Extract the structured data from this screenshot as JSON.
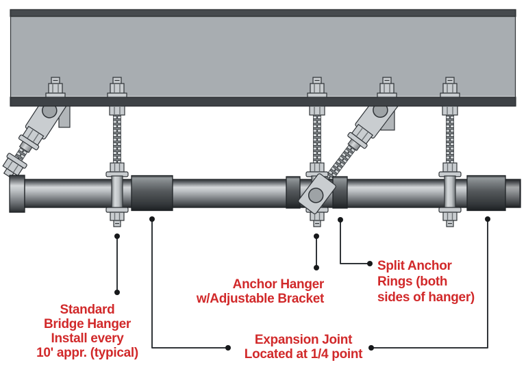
{
  "diagram": {
    "subject": "Bridge pipe hanger installation diagram",
    "colors": {
      "callout_red": "#d1292a",
      "beam_web_gray": "#a8adb1",
      "beam_flange_dark": "#3e4246",
      "pipe_dark": "#45494c",
      "outline_dark": "#2e3236"
    },
    "callouts": {
      "standard_bridge_hanger": {
        "text": "Standard\nBridge Hanger\nInstall every\n10' appr. (typical)"
      },
      "anchor_hanger": {
        "text": "Anchor Hanger\nw/Adjustable Bracket"
      },
      "split_anchor_rings": {
        "text": "Split Anchor\nRings (both\nsides of hanger)"
      },
      "expansion_joint": {
        "text": "Expansion Joint\nLocated at 1/4 point"
      }
    }
  }
}
